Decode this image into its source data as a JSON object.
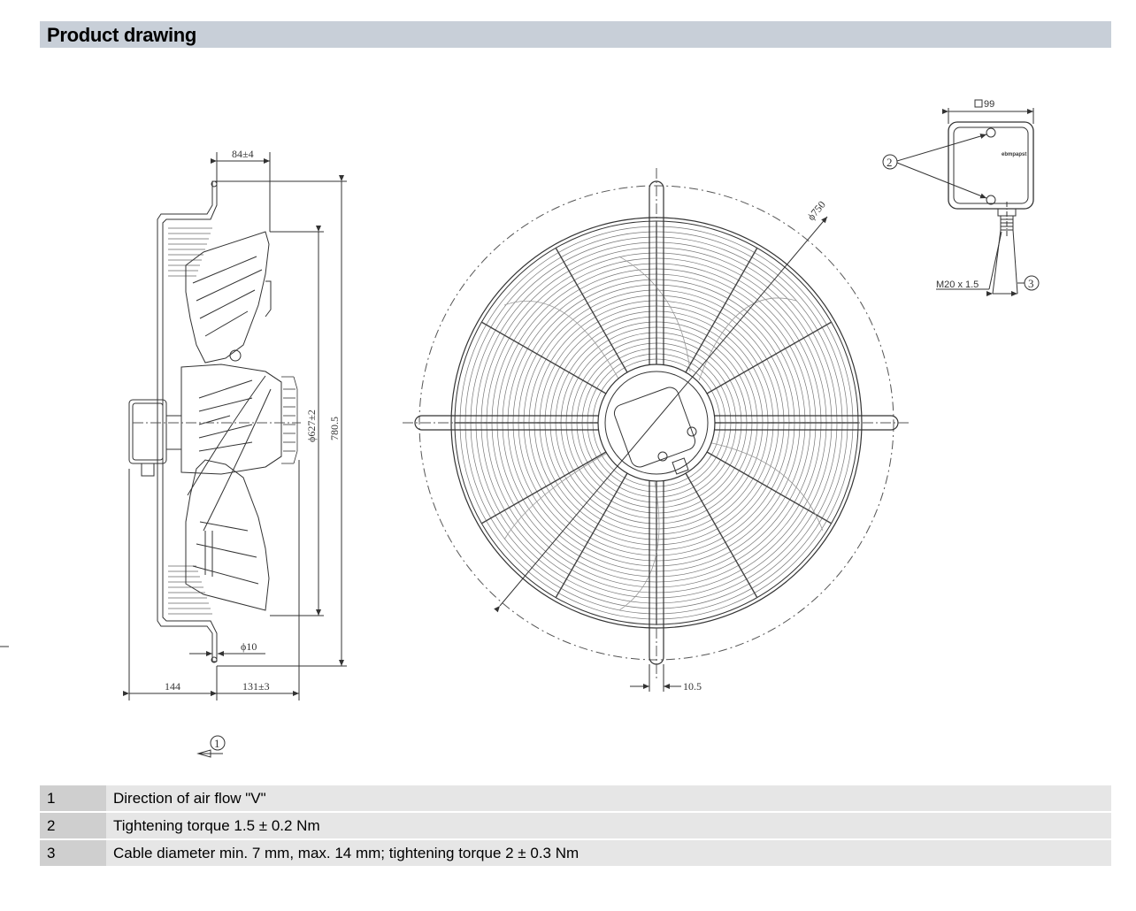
{
  "header": {
    "title": "Product drawing"
  },
  "dimensions": {
    "depth_top": "84±4",
    "diameter_inner": "ϕ627±2",
    "height_total": "780.5",
    "hole": "ϕ10",
    "depth_left": "144",
    "depth_right": "131±3",
    "diameter_outer": "ϕ750",
    "rod_width": "10.5",
    "box_size": "99",
    "cable_gland": "M20 x 1.5"
  },
  "callouts": {
    "c1": "1",
    "c2": "2",
    "c3": "3"
  },
  "terminal_box_brand": "ebmpapst",
  "legend": [
    {
      "num": "1",
      "text": "Direction of air flow \"V\""
    },
    {
      "num": "2",
      "text": "Tightening torque 1.5 ± 0.2 Nm"
    },
    {
      "num": "3",
      "text": "Cable diameter min. 7 mm, max. 14 mm; tightening torque 2 ± 0.3 Nm"
    }
  ]
}
